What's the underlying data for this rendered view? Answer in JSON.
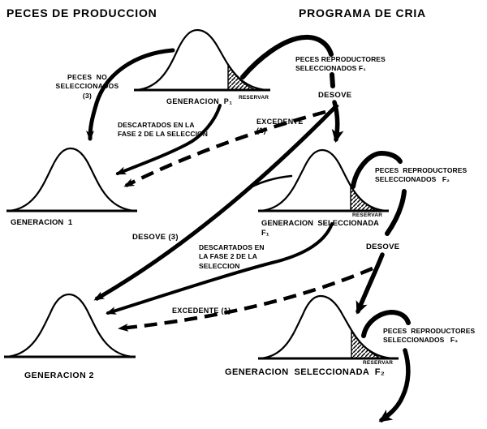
{
  "headers": {
    "left": "PECES DE PRODUCCION",
    "right": "PROGRAMA DE CRIA"
  },
  "bells": {
    "p1": {
      "label": "GENERACION  P₁",
      "reserve": "RESERVAR"
    },
    "gen1": {
      "label": "GENERACION  1"
    },
    "f1": {
      "label": "GENERACION  SELECCIONADA\nF₁",
      "reserve": "RESERVAR"
    },
    "gen2": {
      "label": "GENERACION 2"
    },
    "f2": {
      "label": "GENERACION  SELECCIONADA  F₂",
      "reserve": "RESERVAR"
    }
  },
  "annotations": {
    "peces_no_seleccionados": "PECES  NO\nSELECCIONADOS\n(3)",
    "peces_repro_f1": "PECES REPRODUCTORES\nSELECCIONADOS F₁",
    "desove1": "DESOVE",
    "descartados1": "DESCARTADOS EN LA\nFASE 2 DE LA SELECCION",
    "excedente1": "EXCEDENTE\n(1)",
    "peces_repro_f2": "PECES  REPRODUCTORES\nSELECCIONADOS   F₂",
    "desove3": "DESOVE (3)",
    "descartados2": "DESCARTADOS EN\nLA FASE 2 DE LA\nSELECCION",
    "desove2": "DESOVE",
    "excedente2": "EXCEDENTE (1)",
    "peces_repro_f3": "PECES  REPRODUCTORES\nSELECCIONADOS   F₃"
  }
}
